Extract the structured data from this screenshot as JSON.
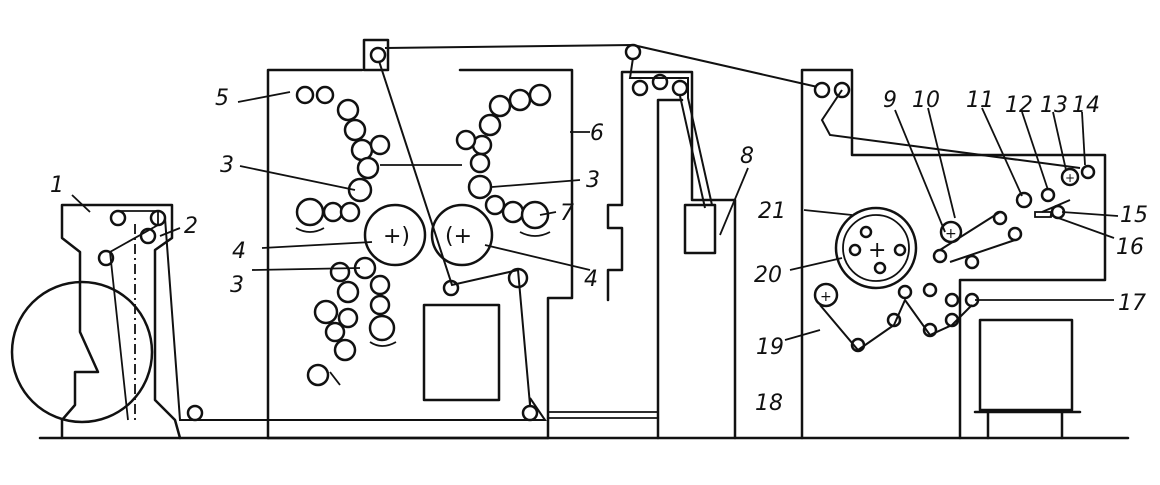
{
  "labels": [
    "1",
    "2",
    "3",
    "3",
    "3",
    "4",
    "4",
    "5",
    "6",
    "7",
    "8",
    "9",
    "10",
    "11",
    "12",
    "13",
    "14",
    "15",
    "16",
    "17",
    "18",
    "19",
    "20",
    "21"
  ],
  "colors": {
    "ink": "#111111",
    "paper": "#ffffff"
  }
}
